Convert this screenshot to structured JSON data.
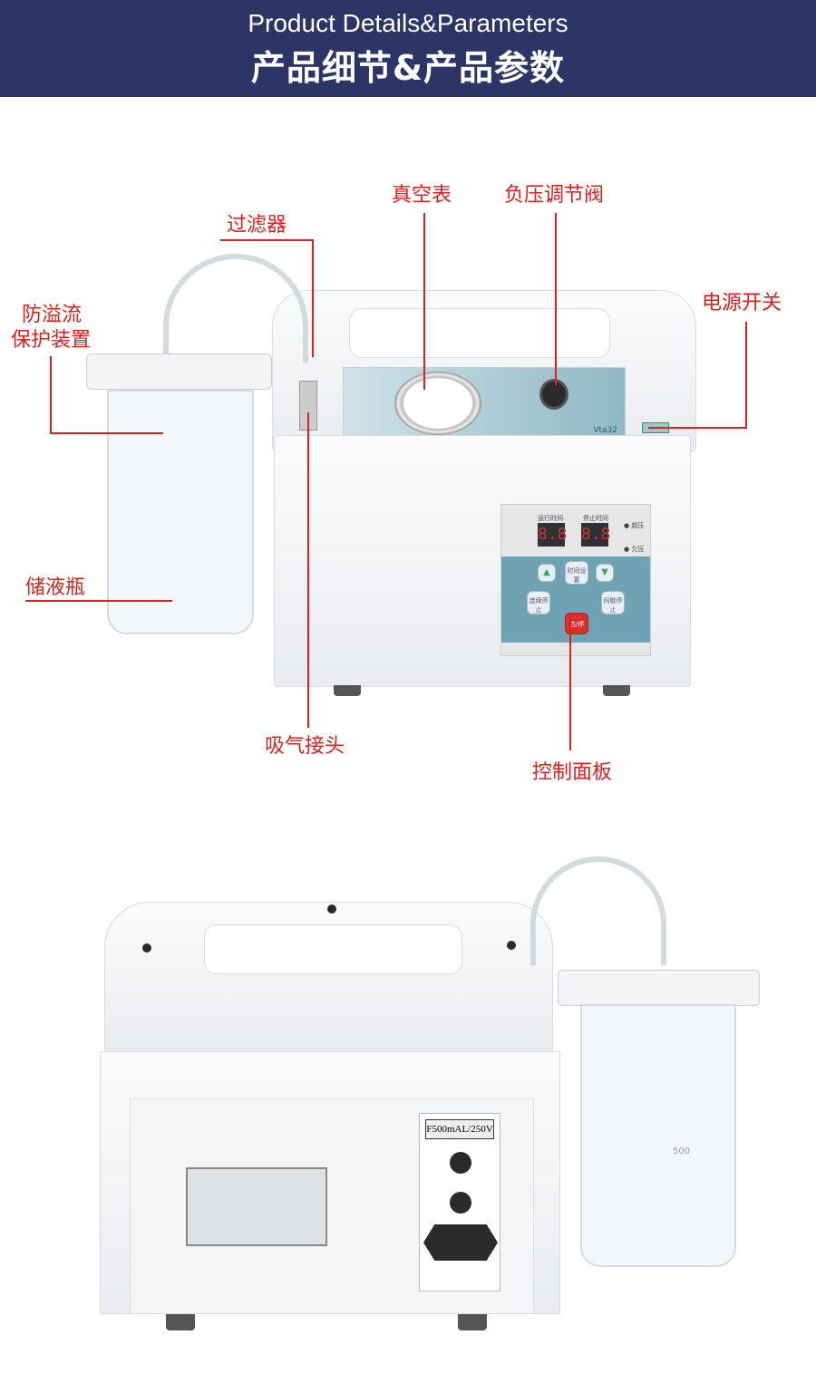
{
  "header": {
    "title_en": "Product Details&Parameters",
    "title_cn": "产品细节&产品参数"
  },
  "labels": {
    "filter": "过滤器",
    "vacuum_gauge": "真空表",
    "pressure_valve": "负压调节阀",
    "power_switch": "电源开关",
    "overflow_protection_line1": "防溢流",
    "overflow_protection_line2": "保护装置",
    "reservoir": "储液瓶",
    "suction_connector": "吸气接头",
    "control_panel": "控制面板"
  },
  "device": {
    "model": "Vta32",
    "panel": {
      "run_time": "运行时间",
      "stop_time": "停止时间",
      "display_run": "8.8",
      "display_stop": "8.8",
      "over_pressure": "超压",
      "under_pressure": "欠压",
      "time_setting": "时间设置",
      "continuous": "连续停止",
      "intermittent": "间歇停止",
      "start": "启/停"
    }
  },
  "back": {
    "fuse_label": "F500mAL/250V",
    "bottle_mark": "500"
  },
  "colors": {
    "header_bg": "#2d3567",
    "label_red": "#e0201c",
    "panel_blue": "#6fa2b2"
  }
}
